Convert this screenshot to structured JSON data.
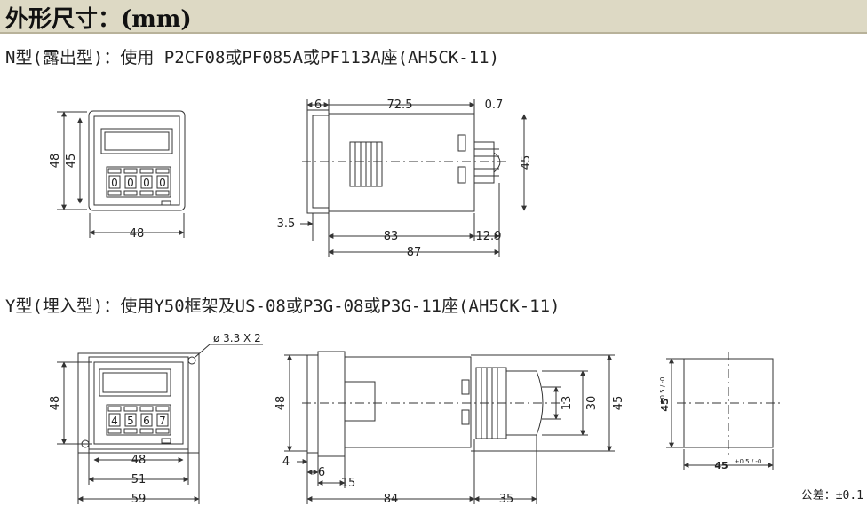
{
  "title": "外形尺寸：(mm)",
  "n_type": {
    "heading": "N型(露出型)：使用 P2CF08或PF085A或PF113A座(AH5CK-11)",
    "front": {
      "height_outer": "48",
      "height_inner": "45",
      "width": "48",
      "digits": [
        "0",
        "0",
        "0",
        "0"
      ]
    },
    "side": {
      "flange": "6",
      "body": "72.5",
      "offset": "0.7",
      "height": "45",
      "pin_offset": "3.5",
      "length": "83",
      "pins": "12.9",
      "total": "87"
    }
  },
  "y_type": {
    "heading": "Y型(埋入型)：使用Y50框架及US-08或P3G-08或P3G-11座(AH5CK-11)",
    "front": {
      "hole": "ø 3.3 X 2",
      "height": "48",
      "w1": "48",
      "w2": "51",
      "w3": "59",
      "digits": [
        "4",
        "5",
        "6",
        "7"
      ]
    },
    "side": {
      "height": "48",
      "d1": "4",
      "d2": "6",
      "d3": "15",
      "length": "84",
      "socket": "35",
      "s1": "13",
      "s2": "30",
      "s3": "45"
    },
    "cutout": {
      "v_label": "45",
      "v_tol": "+0.5 / -0",
      "h_label": "45",
      "h_tol": "+0.5 / -0"
    }
  },
  "tolerance": "公差：±0.1"
}
